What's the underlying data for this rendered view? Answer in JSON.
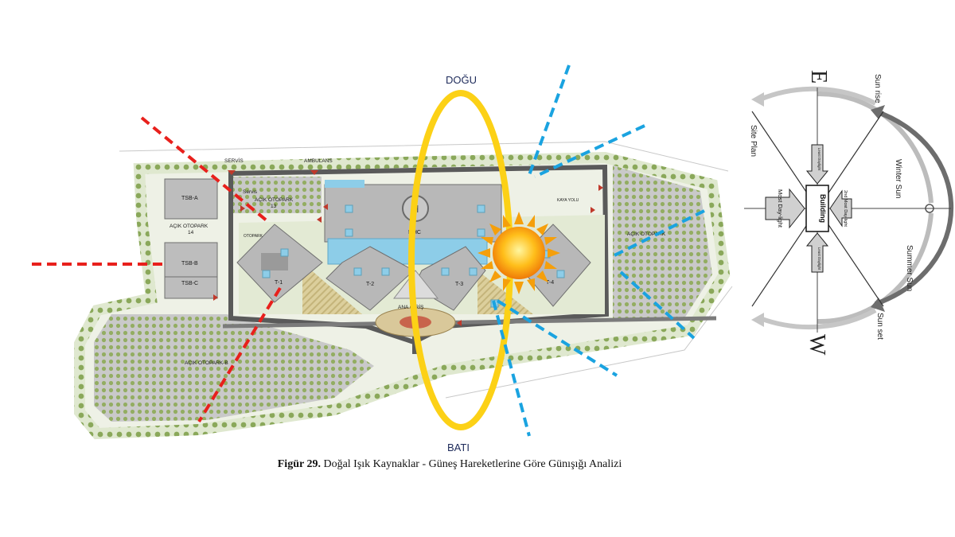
{
  "labels": {
    "east_sun": "DOĞU",
    "west_sun": "BATI",
    "servis": "SERVİS",
    "ambulans": "AMBULANS",
    "servis_small": "Servis",
    "acik_otopark_13": "AÇIK OTOPARK",
    "num_13": "13",
    "acik_otopark_14": "AÇIK OTOPARK",
    "num_14": "14",
    "acik_otopark_right": "AÇIK OTOPARK",
    "acik_otopark_b": "AÇIK OTOPARK-B",
    "tsb_a": "TSB-A",
    "tsb_b": "TSB-B",
    "tsb_c": "TSB-C",
    "mhc": "MHC",
    "helipad": "H",
    "t1": "T-1",
    "t2": "T-2",
    "t3": "T-3",
    "t4": "T-4",
    "ana_giris": "ANA GİRİŞ",
    "otopark_small": "OTOPARK",
    "kaya_yolu": "KAYA YOLU"
  },
  "compass": {
    "east": "E",
    "west": "W",
    "sun_rise": "Sun rise",
    "sun_set": "Sun set",
    "winter_sun": "Winter Sun",
    "summer_sun": "Summer Sun",
    "site_plan": "Site Plan",
    "building": "Building",
    "most_daylight": "Most Day-light",
    "second_most_daylight": "2nd Most Day-light",
    "least_daylight": "Least Daylight"
  },
  "caption": {
    "figure_label": "Figür 29.",
    "text": " Doğal Işık Kaynaklar -  Güneş Hareketlerine Göre Günışığı Analizi"
  },
  "colors": {
    "sun_path": "#fcd116",
    "warm_light": "#e8201c",
    "cool_light": "#1aa3e0",
    "building": "#b5b5b5",
    "water": "#8dcde8",
    "tree": "#7f9f4a"
  }
}
